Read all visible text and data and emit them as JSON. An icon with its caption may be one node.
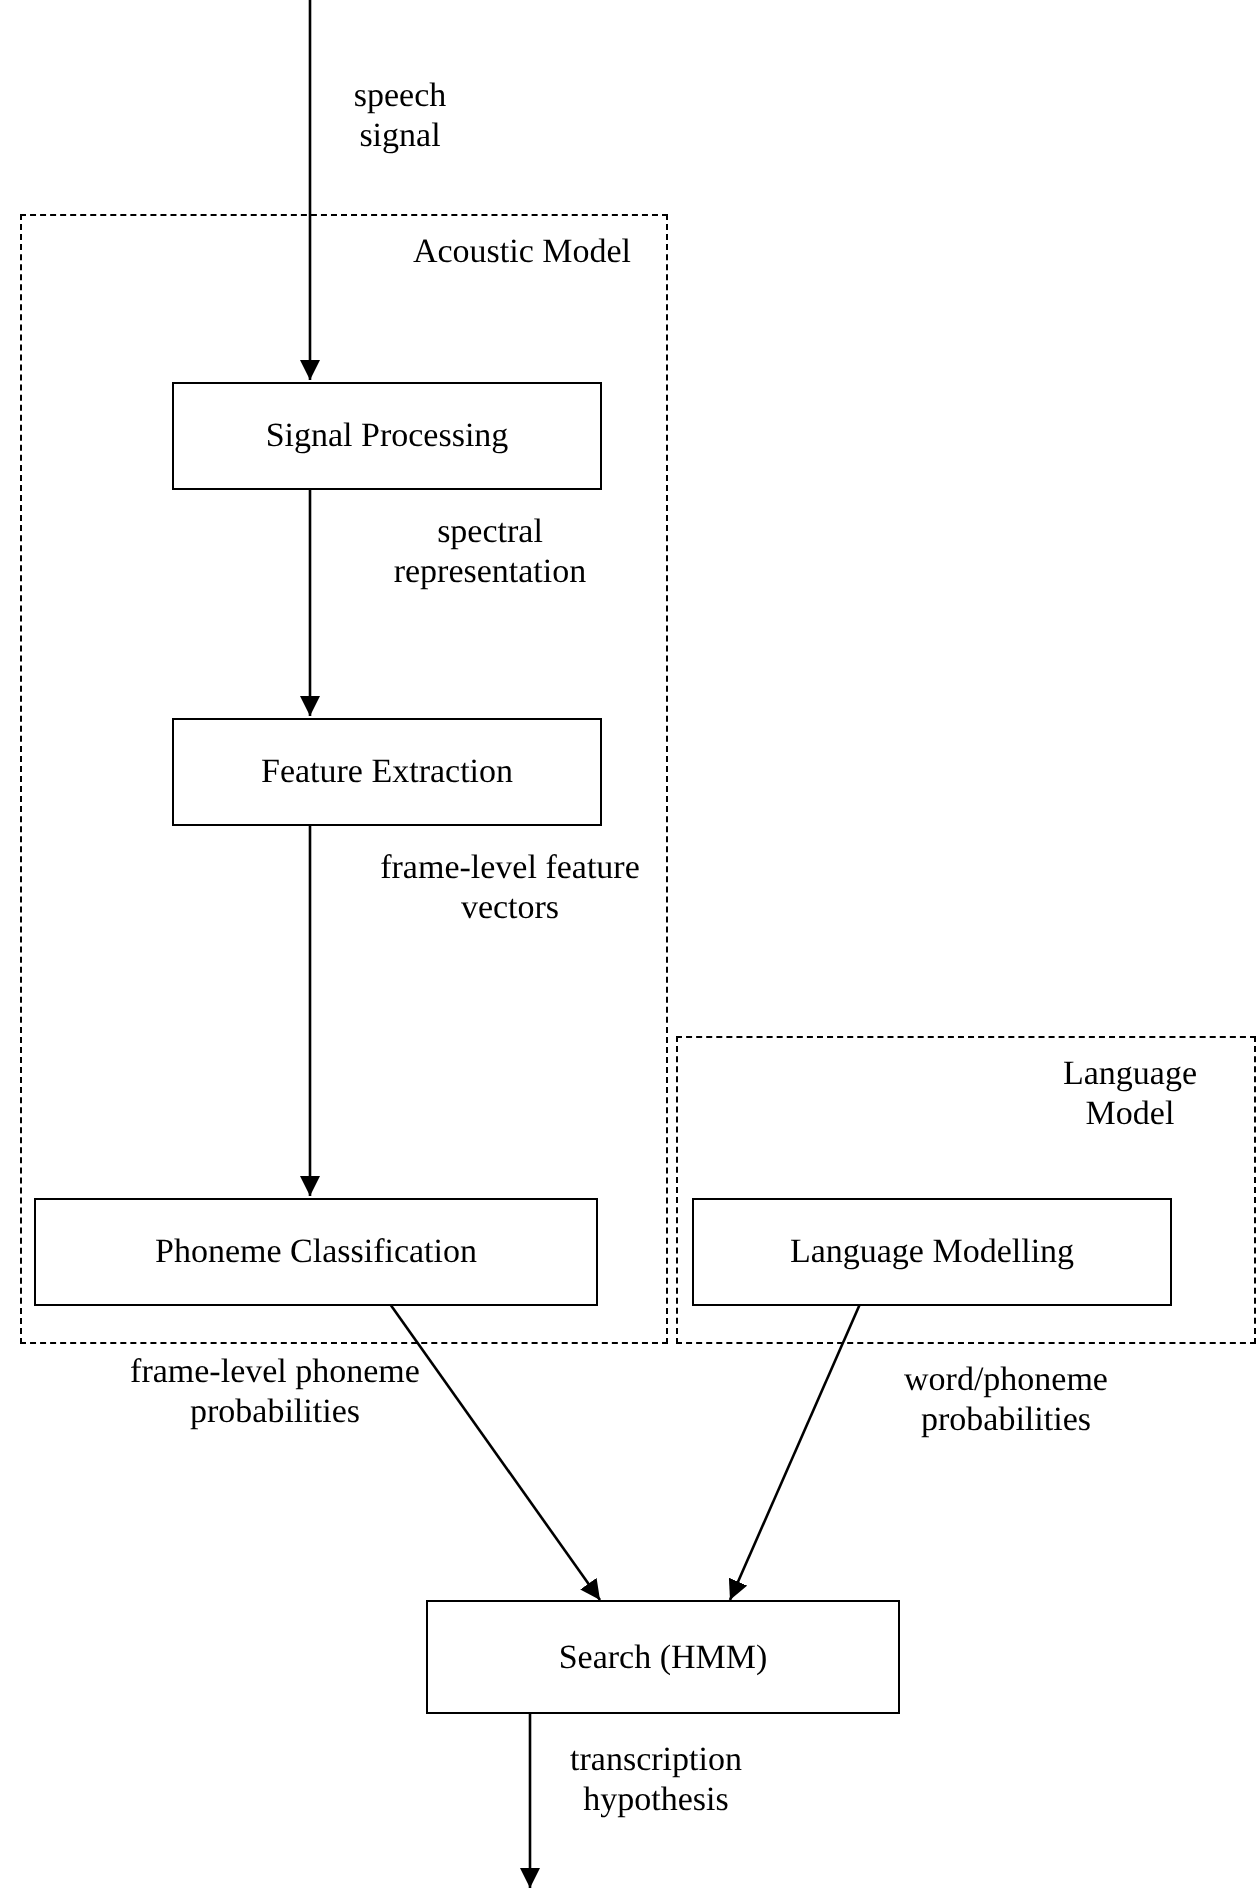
{
  "diagram": {
    "nodes": [
      {
        "text": [
          "Acoustic Model"
        ]
      },
      {
        "text": [
          "Signal Processing"
        ],
        "in": 0
      },
      {
        "text": [
          "Feature Extraction"
        ],
        "in": 0
      },
      {
        "text": [
          "Phoneme Classification"
        ],
        "in": 0
      },
      {
        "text": [
          "Language Model"
        ]
      },
      {
        "text": [
          "Language Modelling"
        ],
        "in": 4
      },
      {
        "text": [
          "Search (HMM)"
        ]
      }
    ],
    "edges": [
      {
        "from": null,
        "to": 1,
        "arrow": "to",
        "label": "speech signal"
      },
      {
        "from": 1,
        "to": 2,
        "arrow": "to",
        "label": "spectral representation"
      },
      {
        "from": 2,
        "to": 3,
        "arrow": "to",
        "label": "frame-level feature vectors"
      },
      {
        "from": 3,
        "to": 6,
        "arrow": "to",
        "label": "frame-level phoneme probabilities"
      },
      {
        "from": 5,
        "to": 6,
        "arrow": "to",
        "label": "word/phoneme probabilities"
      },
      {
        "from": 6,
        "to": null,
        "arrow": "to",
        "label": "transcription hypothesis"
      }
    ]
  }
}
